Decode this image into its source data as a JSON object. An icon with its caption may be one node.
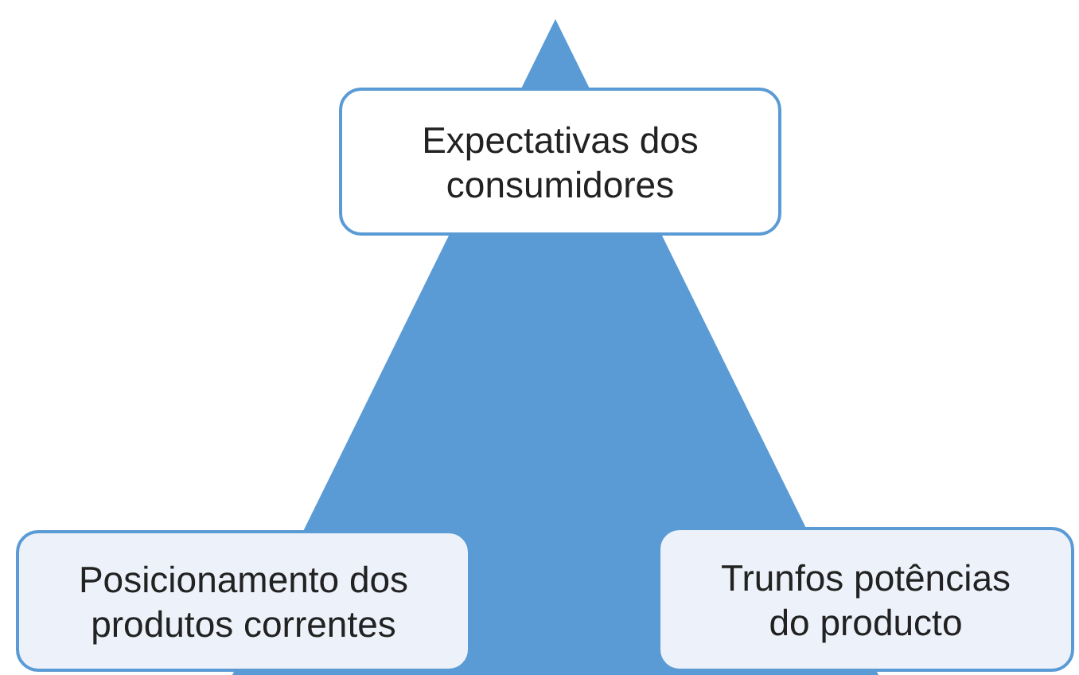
{
  "diagram": {
    "nodes": [
      {
        "text": [
          "Expectativas dos consumidores"
        ]
      },
      {
        "text": [
          "Posicionamento dos produtos correntes"
        ]
      },
      {
        "text": [
          "Trunfos potências do producto"
        ]
      }
    ]
  }
}
